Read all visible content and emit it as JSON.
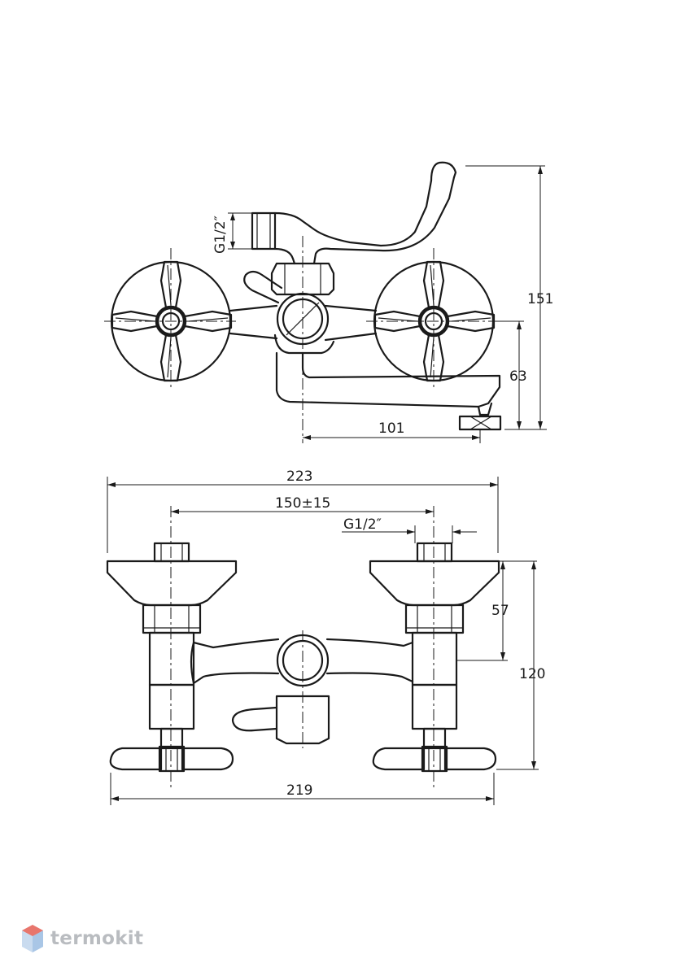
{
  "dimensions": {
    "top_view": {
      "height_total": "151",
      "height_spout": "63",
      "spout_reach": "101",
      "thread": "G1/2″"
    },
    "front_view": {
      "overall_width": "223",
      "center_distance": "150±15",
      "thread": "G1/2″",
      "rosette_height": "57",
      "total_depth": "120",
      "handle_span": "219"
    }
  },
  "watermark": {
    "brand": "termokit",
    "logo_colors": [
      "#e8766d",
      "#a9c6e6"
    ]
  }
}
